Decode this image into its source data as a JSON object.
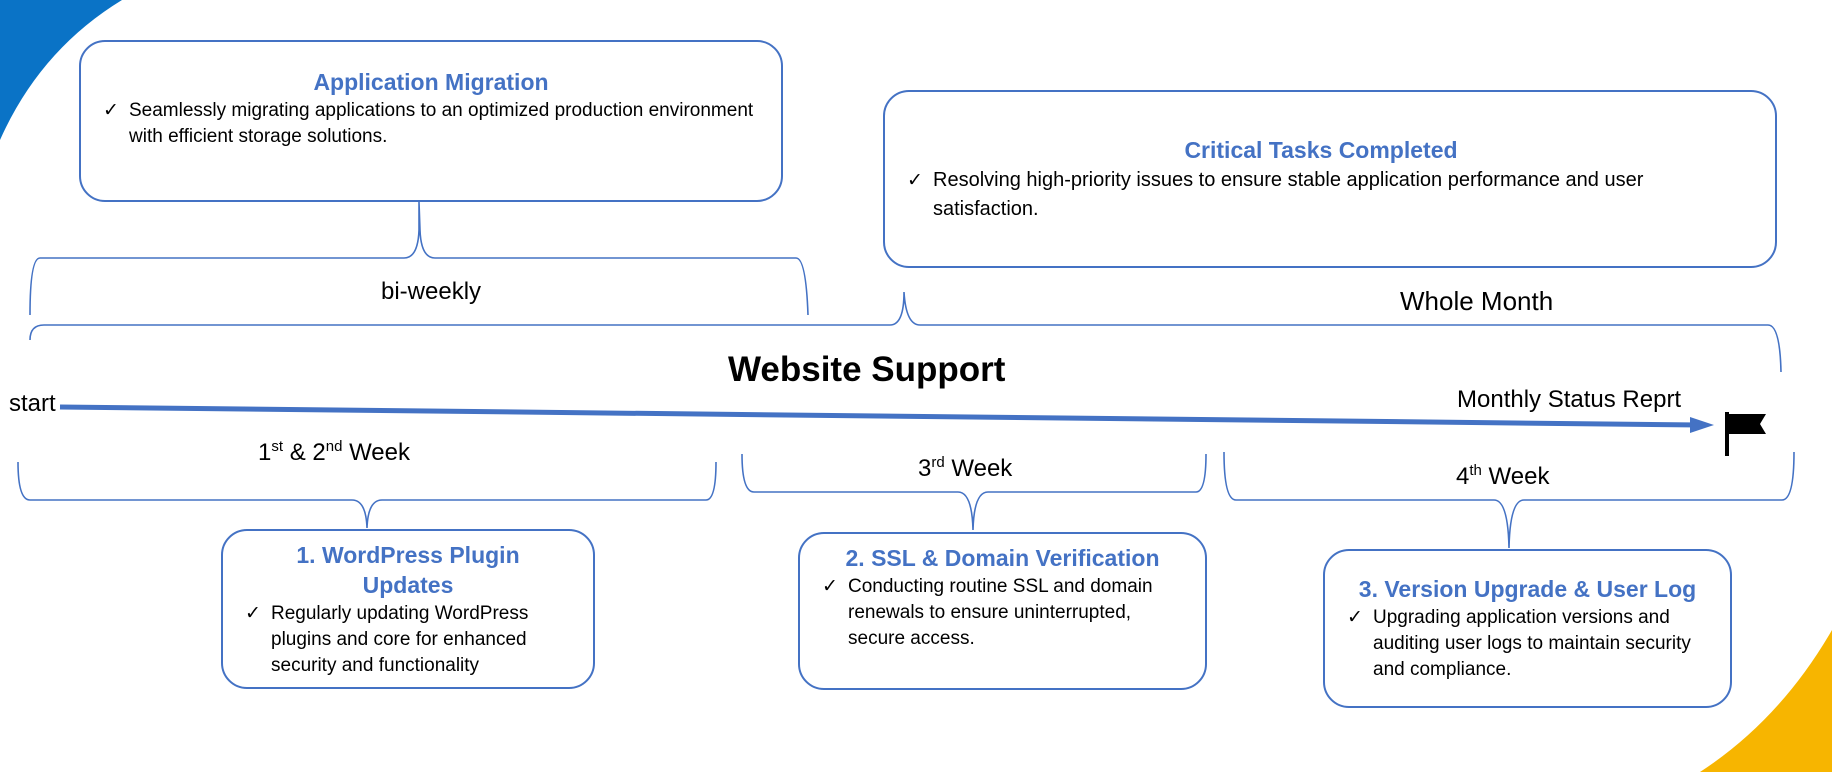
{
  "colors": {
    "accent": "#4472c4",
    "corner_blue": "#0a73c6",
    "corner_yellow": "#f7b500"
  },
  "top_labels": {
    "biweekly": "bi-weekly",
    "whole_month": "Whole Month"
  },
  "center_title": "Website Support",
  "timeline": {
    "start": "start",
    "end_label": "Monthly Status Reprt",
    "end_icon": "flag-icon"
  },
  "weeks": [
    {
      "num": "1",
      "sup": "st",
      "middle": " & 2",
      "sup2": "nd",
      "tail": " Week"
    },
    {
      "num": "3",
      "sup": "rd",
      "tail": " Week"
    },
    {
      "num": "4",
      "sup": "th",
      "tail": " Week"
    }
  ],
  "boxes": {
    "app_migration": {
      "title": "Application Migration",
      "check": "✓",
      "text": "Seamlessly migrating applications to an optimized production environment with efficient storage solutions."
    },
    "critical_tasks": {
      "title": "Critical Tasks Completed",
      "check": "✓",
      "text": "Resolving high-priority issues to ensure stable application performance and user satisfaction."
    },
    "wordpress": {
      "title": "1. WordPress Plugin Updates",
      "check": "✓",
      "text": "Regularly updating WordPress plugins and core for enhanced security and functionality"
    },
    "ssl": {
      "title": "2. SSL & Domain Verification",
      "check": "✓",
      "text": "Conducting routine SSL and domain renewals to ensure uninterrupted, secure access."
    },
    "version": {
      "title": "3. Version Upgrade & User Log",
      "check": "✓",
      "text": "Upgrading application versions and auditing user logs to maintain security and compliance."
    }
  }
}
